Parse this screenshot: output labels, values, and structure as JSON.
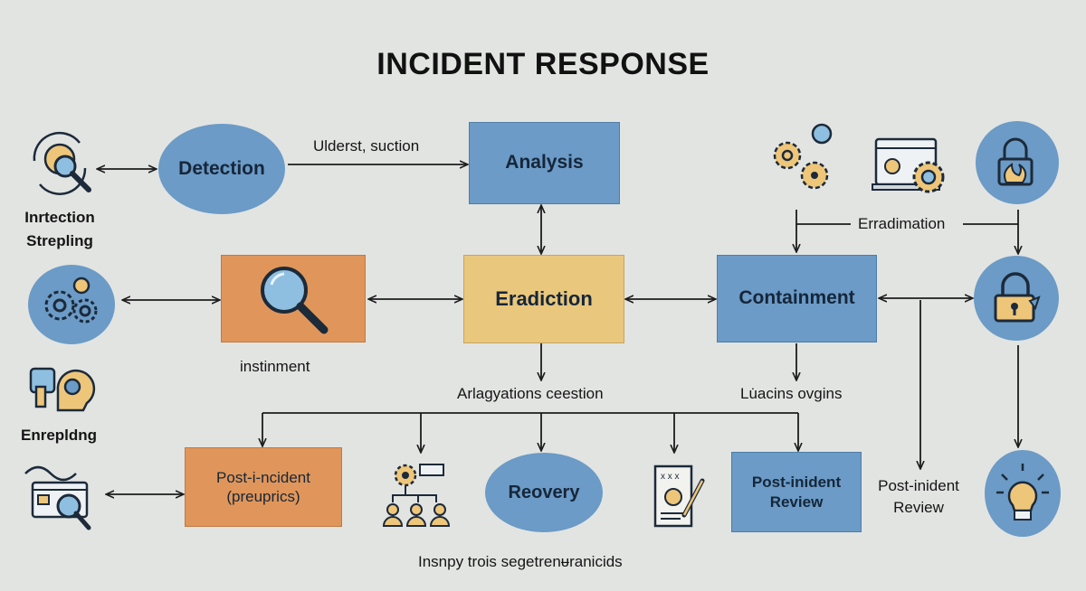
{
  "title": "INCIDENT RESPONSE",
  "nodes": {
    "detection": "Detection",
    "analysis": "Analysis",
    "eradiction": "Eradiction",
    "containment": "Containment",
    "post_incident_left": "Post-i-ncident\n(preuprics)",
    "recovery": "Reovery",
    "post_incident_review": "Post-inident\nReview"
  },
  "labels": {
    "intection_strepling": "Inrtection\nStrepling",
    "ulderst_suction": "Ulderst, suction",
    "instinment": "instinment",
    "enrepldng": "Enrepldng",
    "arlagyations": "Arlagyations ceestion",
    "lucins_ovgins": "Lu̇acins ovgins",
    "erradimation": "Erradimation",
    "post_inident_review_right": "Post-inident\nReview",
    "bottom_caption": "Insnpy trois segetrenᵾranicids"
  },
  "colors": {
    "blue": "#6b9bc6",
    "yellow": "#e9c77c",
    "orange": "#e0965a",
    "background": "#e2e4e2",
    "line": "#1c1c1c"
  },
  "icons": [
    "magnifier-cycle-icon",
    "gears-icon",
    "head-gears-icon",
    "browser-search-icon",
    "large-magnifier-icon",
    "hand-gears-icon",
    "browser-gear-icon",
    "padlock-fire-icon",
    "padlock-icon",
    "team-gear-icon",
    "document-pen-icon",
    "lightbulb-icon"
  ]
}
